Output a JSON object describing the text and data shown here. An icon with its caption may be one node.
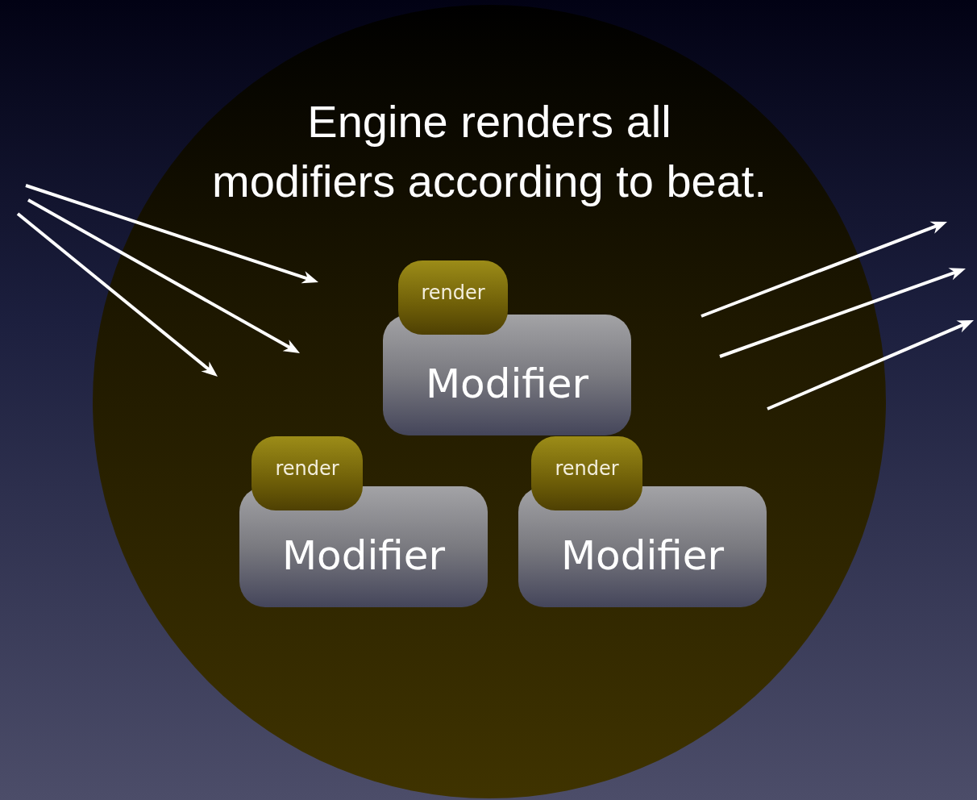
{
  "diagram": {
    "nodes": [
      {
        "text": [
          "Engine renders all modifiers according to beat."
        ]
      },
      {
        "text": [
          "render"
        ],
        "in": 0
      },
      {
        "text": [
          "Modifier"
        ],
        "in": 0
      },
      {
        "text": [
          "render"
        ],
        "in": 0
      },
      {
        "text": [
          "Modifier"
        ],
        "in": 0
      },
      {
        "text": [
          "render"
        ],
        "in": 0
      },
      {
        "text": [
          "Modifier"
        ],
        "in": 0
      }
    ]
  }
}
